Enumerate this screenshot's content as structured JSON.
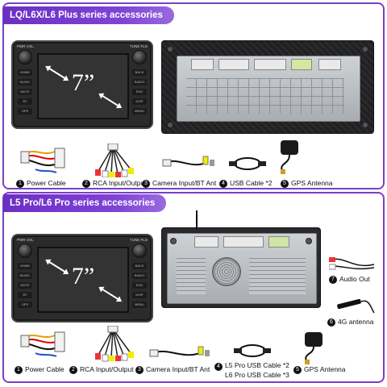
{
  "sections": [
    {
      "title": "LQ/L6X/L6 Plus series accessories",
      "unit_screen_text": "7”",
      "accessories": [
        {
          "num": "1",
          "label": "Power Cable"
        },
        {
          "num": "2",
          "label": "RCA Input/Output"
        },
        {
          "num": "3",
          "label": "Camera Input/BT Ant"
        },
        {
          "num": "4",
          "label": "USB Cable *2"
        },
        {
          "num": "5",
          "label": "GPS Antenna"
        }
      ]
    },
    {
      "title": "L5 Pro/L6 Pro series accessories",
      "unit_screen_text": "7”",
      "accessories": [
        {
          "num": "1",
          "label": "Power Cable"
        },
        {
          "num": "2",
          "label": "RCA Input/Output"
        },
        {
          "num": "3",
          "label": "Camera Input/BT Ant"
        },
        {
          "num": "4",
          "label": "L5 Pro USB Cable *2",
          "label2": "L6 Pro USB Cable *3"
        },
        {
          "num": "5",
          "label": "GPS Antenna"
        },
        {
          "num": "6",
          "label": "4G antenna"
        },
        {
          "num": "7",
          "label": "Audio Out"
        }
      ]
    }
  ],
  "unit_buttons_left": [
    "HOME",
    "MUSIC",
    "MUTE",
    "BT",
    "GPS"
  ],
  "unit_buttons_right": [
    "BACK",
    "RADIO",
    "DVD",
    "DISP",
    "MENU"
  ],
  "unit_labels": {
    "top_left": "PWR VOL",
    "top_right": "TUNE FLD"
  },
  "colors": {
    "frame": "#7a3fc7",
    "banner": "#6b2fc4"
  }
}
